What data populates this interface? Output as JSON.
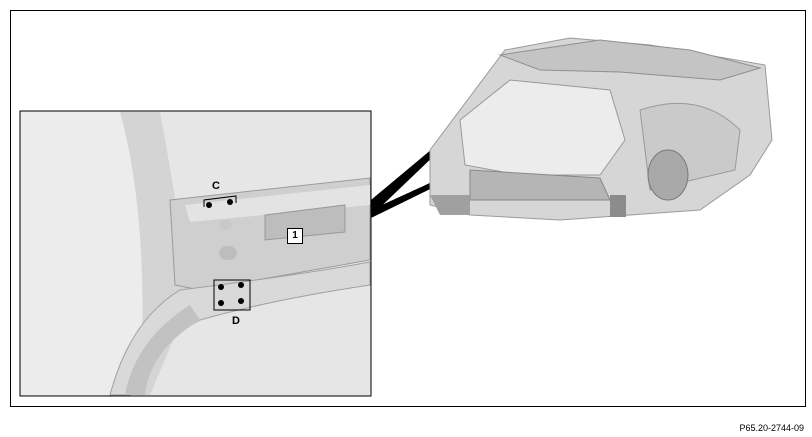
{
  "labels": {
    "c": "C",
    "d": "D",
    "part_number": "1"
  },
  "figure_code": "P65.20-2744-09",
  "colors": {
    "line": "#000000",
    "metal_light": "#d9d9d9",
    "metal_mid": "#bfbfbf",
    "metal_dark": "#8c8c8c"
  }
}
